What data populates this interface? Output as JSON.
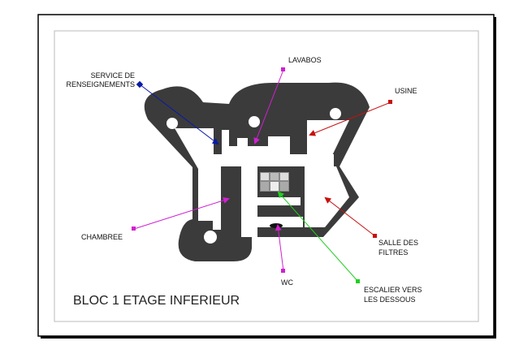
{
  "title": "BLOC 1 ETAGE INFERIEUR",
  "labels": {
    "service_line1": "SERVICE DE",
    "service_line2": "RENSEIGNEMENTS",
    "lavabos": "LAVABOS",
    "usine": "USINE",
    "chambree": "CHAMBREE",
    "salle_line1": "SALLE DES",
    "salle_line2": "FILTRES",
    "wc": "WC",
    "escalier_line1": "ESCALIER VERS",
    "escalier_line2": "LES DESSOUS"
  },
  "colors": {
    "wall": "#3b3b3b",
    "blue": "#0a1aa8",
    "magenta": "#d020d0",
    "red": "#c81010",
    "green": "#20d020"
  }
}
